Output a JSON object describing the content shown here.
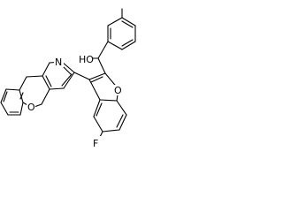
{
  "structure": {
    "atoms": {
      "N": "N",
      "O_ring": "O",
      "O_furan": "O",
      "F": "F",
      "OH": "HO"
    }
  }
}
